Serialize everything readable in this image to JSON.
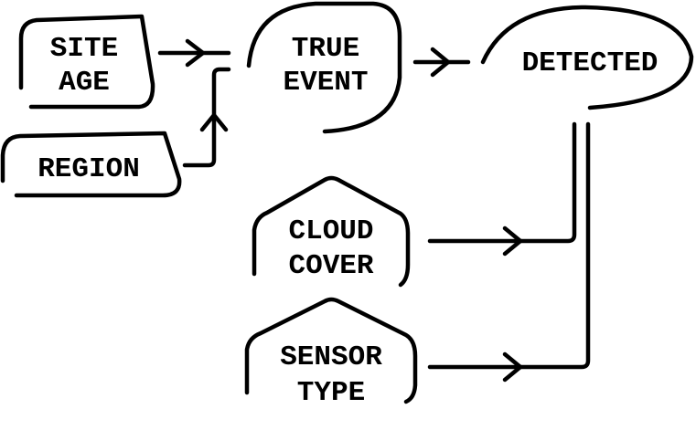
{
  "diagram": {
    "type": "causal-flowchart",
    "colors": {
      "stroke": "#000000",
      "background": "#ffffff"
    },
    "nodes": [
      {
        "id": "site_age",
        "lines": [
          "SITE",
          "AGE"
        ]
      },
      {
        "id": "region",
        "lines": [
          "REGION"
        ]
      },
      {
        "id": "true_event",
        "lines": [
          "TRUE",
          "EVENT"
        ]
      },
      {
        "id": "detected",
        "lines": [
          "DETECTED"
        ]
      },
      {
        "id": "cloud_cover",
        "lines": [
          "CLOUD",
          "COVER"
        ]
      },
      {
        "id": "sensor_type",
        "lines": [
          "SENSOR",
          "TYPE"
        ]
      }
    ],
    "edges": [
      {
        "from": "site_age",
        "to": "true_event"
      },
      {
        "from": "region",
        "to": "true_event"
      },
      {
        "from": "true_event",
        "to": "detected"
      },
      {
        "from": "cloud_cover",
        "to": "detected"
      },
      {
        "from": "sensor_type",
        "to": "detected"
      }
    ]
  }
}
